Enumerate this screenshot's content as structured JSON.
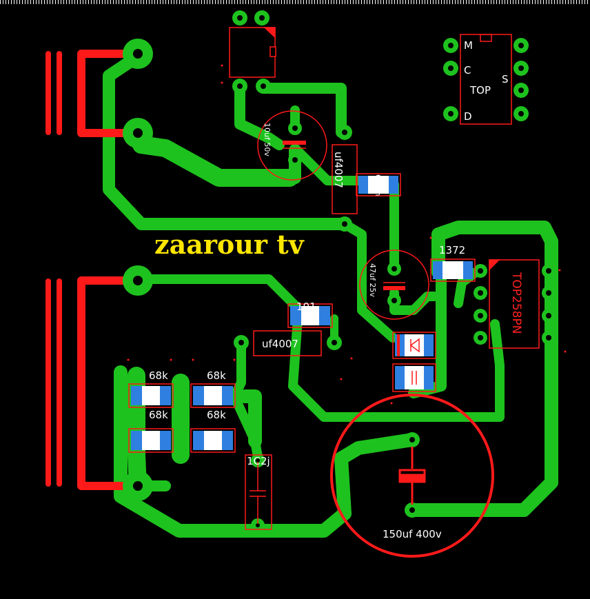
{
  "brand": "zaarour tv",
  "colors": {
    "background": "#000000",
    "trace": "#1ec21e",
    "silkscreen": "#ff1a1a",
    "smd_pad": "#2f7fe0",
    "brand": "#ffe600",
    "label": "#ffffff"
  },
  "ic_top": {
    "name": "TOP",
    "pins": [
      "M",
      "C",
      "D",
      "S"
    ]
  },
  "labels": {
    "c_10uf": "10uf 50v",
    "d1": "uf4007",
    "r_6ohm": "6hom",
    "c_47uf": "47uf 25v",
    "r_1372": "1372",
    "ic_main": "TOP258PN",
    "r_101": "101",
    "d2": "uf4007",
    "r1": "68k",
    "r2": "68k",
    "r3": "68k",
    "r4": "68k",
    "c_1c2j": "1C2j",
    "c_150uf": "150uf 400v"
  }
}
